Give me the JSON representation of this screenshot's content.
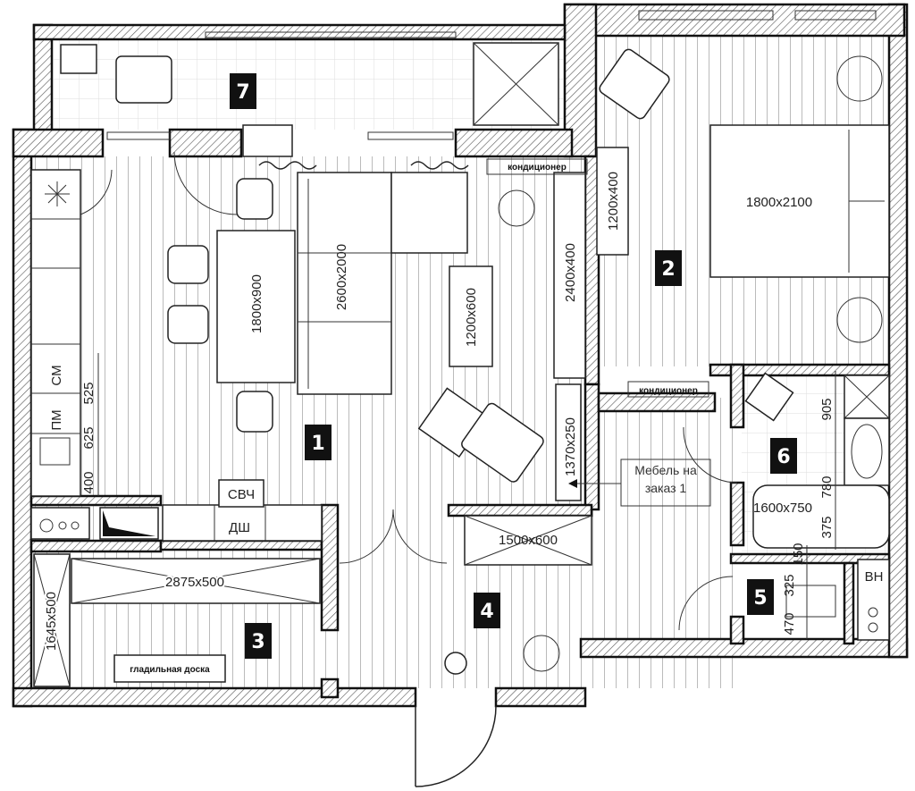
{
  "rooms": [
    {
      "number": "1"
    },
    {
      "number": "2"
    },
    {
      "number": "3"
    },
    {
      "number": "4"
    },
    {
      "number": "5"
    },
    {
      "number": "6"
    },
    {
      "number": "7"
    }
  ],
  "labels": {
    "table": "1800x900",
    "sofa": "2600x2000",
    "rug": "1200x600",
    "tv_unit": "2400x400",
    "dresser": "1200x400",
    "bed": "1800x2100",
    "ac_living": "кондиционер",
    "ac_bedroom": "кондиционер",
    "niche": "1370x250",
    "custom_furniture": "Мебель на заказ 1",
    "hall_wardrobe": "1500x600",
    "storage_shelf": "2875x500",
    "storage_side": "1645x500",
    "ironing_board": "гладильная доска",
    "microwave": "СВЧ",
    "dishwasher": "ДШ",
    "washer": "СМ",
    "dishwasher_k": "ПМ",
    "bathtub": "1600x750",
    "water_heater": "ВН"
  },
  "dimensions": {
    "kitchen": [
      "525",
      "625",
      "400"
    ],
    "bathroom": [
      "905",
      "780",
      "375"
    ],
    "wc": [
      "150",
      "325",
      "470"
    ]
  }
}
